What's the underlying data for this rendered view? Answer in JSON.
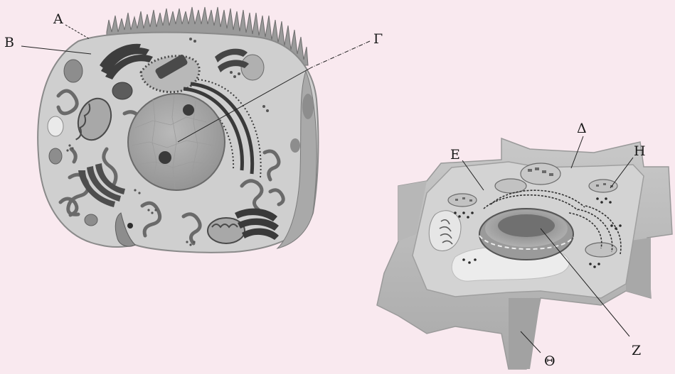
{
  "labels": {
    "a": "A",
    "b": "B",
    "g": "Γ",
    "d": "Δ",
    "e": "E",
    "h": "H",
    "z": "Z",
    "th": "Θ"
  },
  "colors": {
    "background": "#f9e9ef",
    "cell_fill": "#c9c9c9",
    "cell_shade": "#a8a8a8",
    "organelle_dark": "#3a3a3a",
    "leader_line": "#222222"
  }
}
